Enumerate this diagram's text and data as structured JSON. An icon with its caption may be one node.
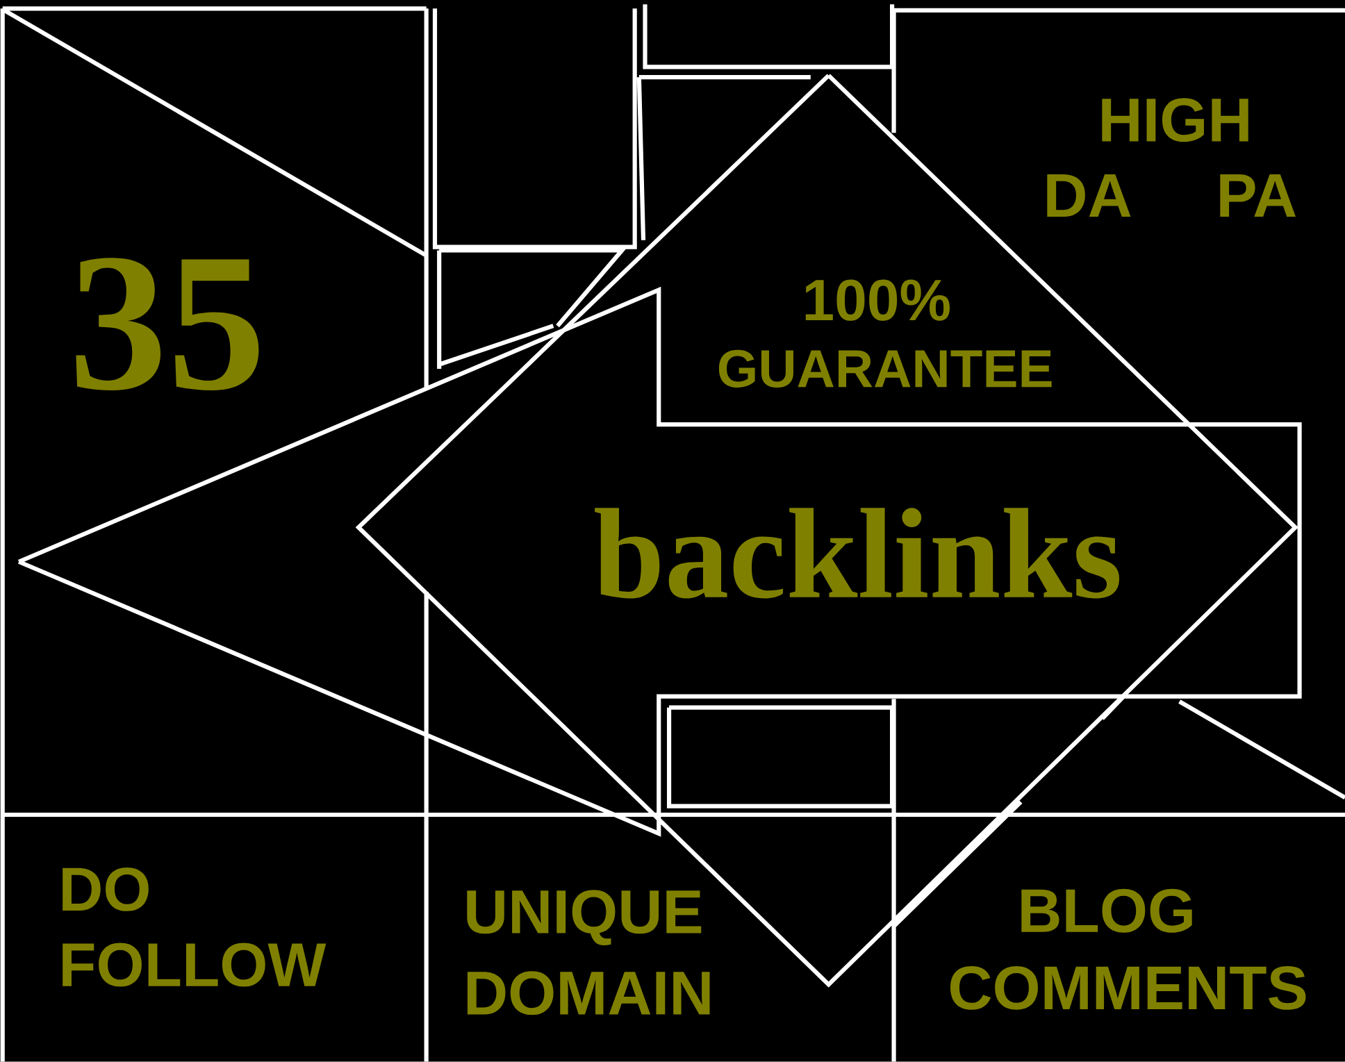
{
  "diagram": {
    "labels": [
      "35",
      "HIGH",
      "DA",
      "PA",
      "100%",
      "GUARANTEE",
      "backlinks",
      "DO",
      "FOLLOW",
      "UNIQUE",
      "DOMAIN",
      "BLOG",
      "COMMENTS"
    ]
  }
}
